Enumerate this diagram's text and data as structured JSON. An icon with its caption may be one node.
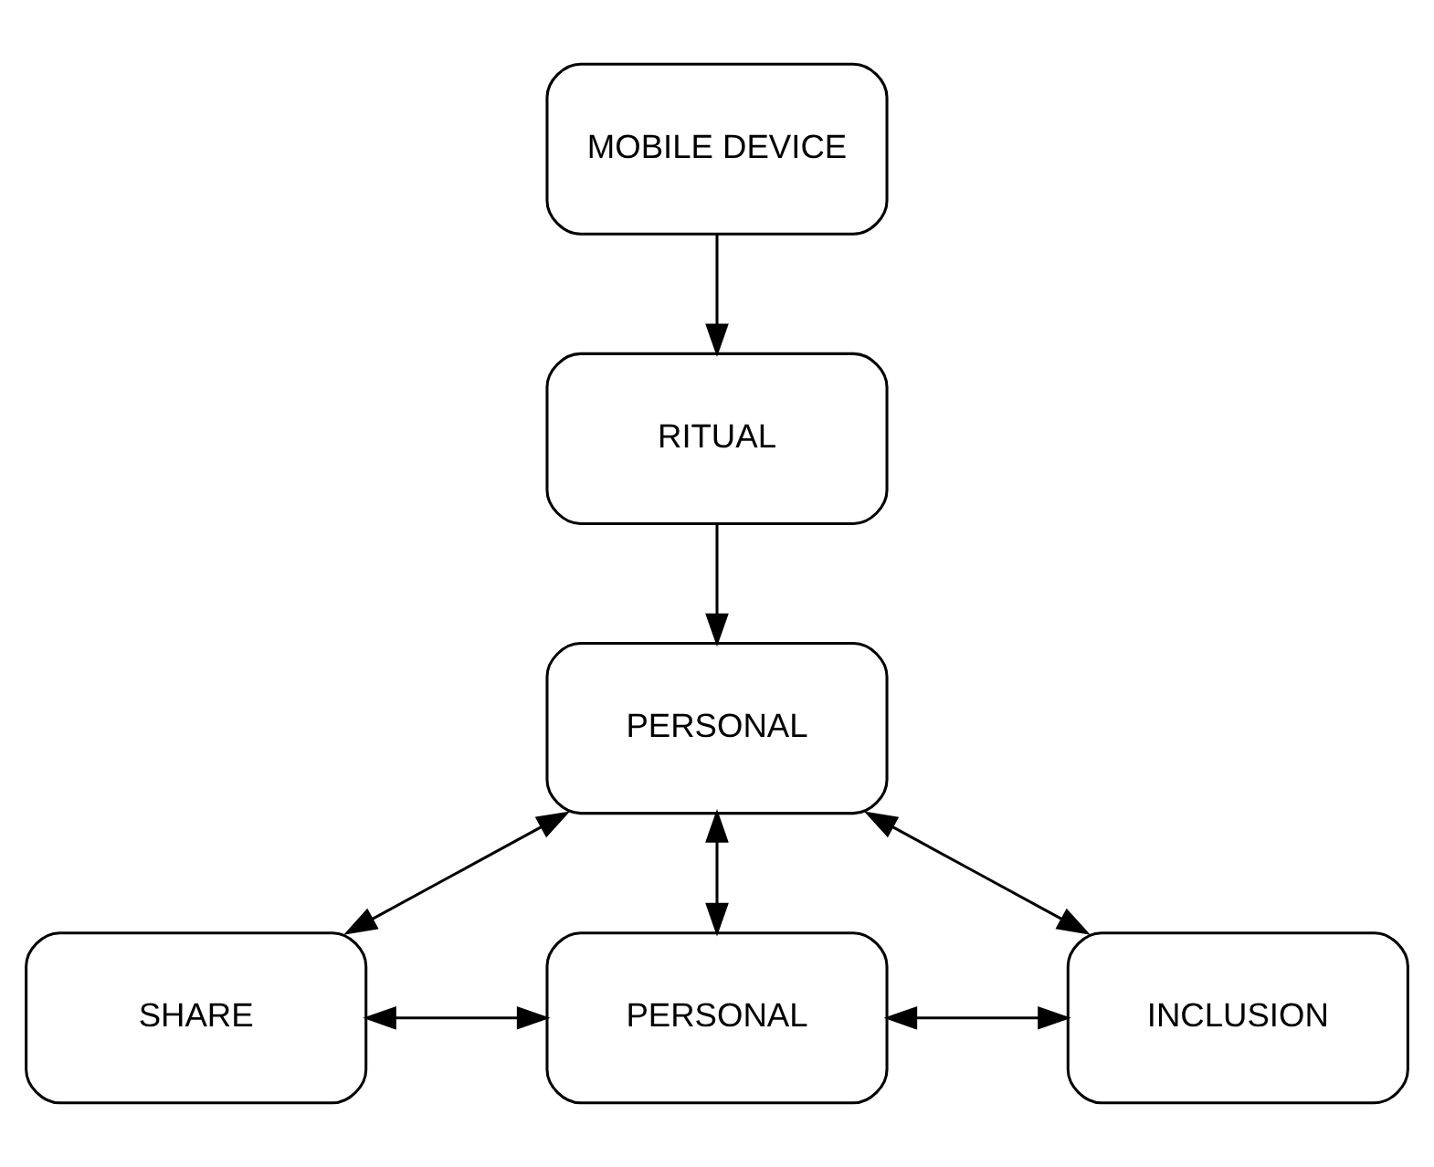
{
  "diagram": {
    "nodes": [
      {
        "text": [
          "MOBILE DEVICE"
        ]
      },
      {
        "text": [
          "RITUAL"
        ]
      },
      {
        "text": [
          "PERSONAL"
        ]
      },
      {
        "text": [
          "SHARE"
        ]
      },
      {
        "text": [
          "PERSONAL"
        ]
      },
      {
        "text": [
          "INCLUSION"
        ]
      }
    ],
    "edges": [
      {
        "from": 0,
        "to": 1,
        "arrow": "to"
      },
      {
        "from": 1,
        "to": 2,
        "arrow": "to"
      },
      {
        "from": 2,
        "to": 3,
        "arrow": "both"
      },
      {
        "from": 2,
        "to": 4,
        "arrow": "both"
      },
      {
        "from": 2,
        "to": 5,
        "arrow": "both"
      },
      {
        "from": 3,
        "to": 4,
        "arrow": "both"
      },
      {
        "from": 4,
        "to": 5,
        "arrow": "both"
      }
    ]
  }
}
